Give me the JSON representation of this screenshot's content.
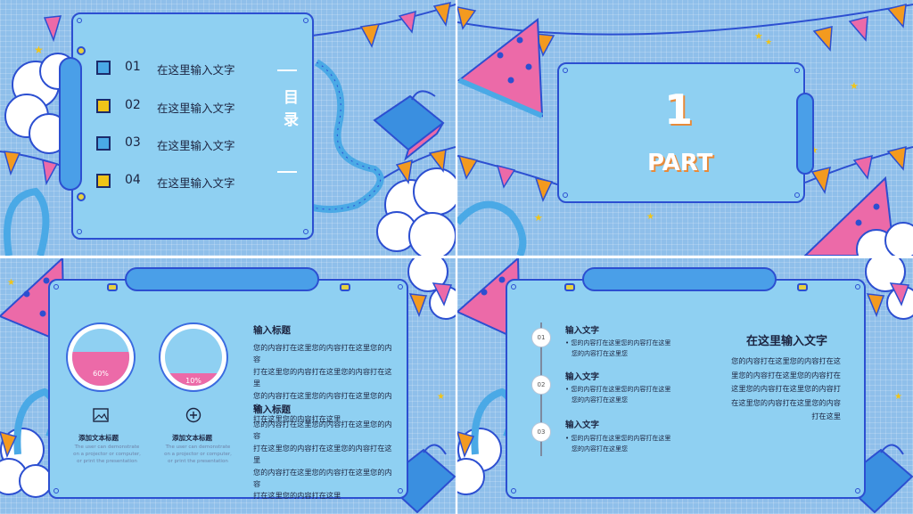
{
  "colors": {
    "panel_bg": "#8fbfea",
    "card": "#8fd0f2",
    "border": "#2c4fd1",
    "pink": "#ec6aa8",
    "orange": "#f39a1f",
    "yellow": "#e8c21a"
  },
  "toc": {
    "heading": "目录",
    "items": [
      {
        "num": "01",
        "label": "在这里输入文字",
        "color": "#4aa9e6"
      },
      {
        "num": "02",
        "label": "在这里输入文字",
        "color": "#f0c419"
      },
      {
        "num": "03",
        "label": "在这里输入文字",
        "color": "#4aa9e6"
      },
      {
        "num": "04",
        "label": "在这里输入文字",
        "color": "#f0c419"
      }
    ]
  },
  "part": {
    "number": "1",
    "word": "PART"
  },
  "slide3": {
    "rings": [
      {
        "pct_label": "60%",
        "fill": 0.6,
        "icon": "image-icon",
        "title": "添加文本标题",
        "caption": [
          "The user can demonstrate",
          "on a projector or computer,",
          "or print the presentation"
        ]
      },
      {
        "pct_label": "10%",
        "fill": 0.1,
        "icon": "plus-circle-icon",
        "title": "添加文本标题",
        "caption": [
          "The user can demonstrate",
          "on a projector or computer,",
          "or print the presentation"
        ]
      }
    ],
    "blocks": [
      {
        "title": "输入标题",
        "lines": [
          "您的内容打在这里您的内容打在这里您的内容",
          "打在这里您的内容打在这里您的内容打在这里",
          "您的内容打在这里您的内容打在这里您的内容",
          "打在这里您的内容打在这里"
        ]
      },
      {
        "title": "输入标题",
        "lines": [
          "您的内容打在这里您的内容打在这里您的内容",
          "打在这里您的内容打在这里您的内容打在这里",
          "您的内容打在这里您的内容打在这里您的内容",
          "打在这里您的内容打在这里"
        ]
      }
    ]
  },
  "slide4": {
    "steps": [
      {
        "num": "01",
        "title": "输入文字",
        "lines": [
          "您的内容打在这里您的内容打在这里",
          "您的内容打在这里您"
        ]
      },
      {
        "num": "02",
        "title": "输入文字",
        "lines": [
          "您的内容打在这里您的内容打在这里",
          "您的内容打在这里您"
        ]
      },
      {
        "num": "03",
        "title": "输入文字",
        "lines": [
          "您的内容打在这里您的内容打在这里",
          "您的内容打在这里您"
        ]
      }
    ],
    "heading": "在这里输入文字",
    "para": [
      "您的内容打在这里您的内容打在这",
      "里您的内容打在这里您的内容打在",
      "这里您的内容打在这里您的内容打",
      "在这里您的内容打在这里您的内容",
      "打在这里"
    ]
  }
}
